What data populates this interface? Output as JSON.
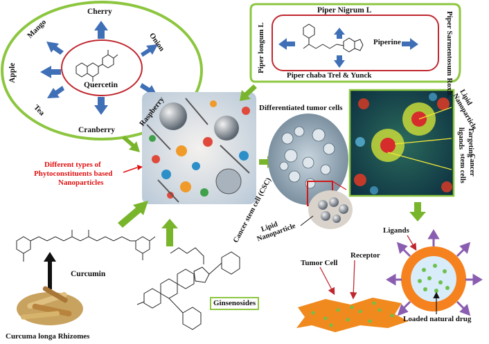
{
  "quercetin_group": {
    "center": "Quercetin",
    "sources": [
      "Cherry",
      "Onion",
      "Raspberry",
      "Cranberry",
      "Tea",
      "Apple",
      "Mango"
    ]
  },
  "piperine_group": {
    "top": "Piper Nigrum L",
    "left": "Piper longum L",
    "right": "Piper Sarmentosum Roxb.",
    "bottom": "Piper chaba Trel & Yunck",
    "center": "Piperine"
  },
  "nanoparticle_caption": [
    "Different types of",
    "Phytoconstituents based",
    "Nanoparticles"
  ],
  "tumor_panel": {
    "title": "Differentiated tumor cells",
    "csc": "Cancer stem cell (CSC)",
    "lipid": [
      "Lipid",
      "Nanoparticle"
    ]
  },
  "right_panel_labels": {
    "lipid": [
      "Lipid",
      "Nanoparticle"
    ],
    "targeting": [
      "Targeting",
      "ligands"
    ],
    "cancer": [
      "Cancer",
      "stem cells"
    ]
  },
  "curcumin_group": {
    "compound": "Curcumin",
    "source": "Curcuma longa Rhizomes"
  },
  "ginsenoside_group": {
    "compound": "Ginsenosides"
  },
  "delivery": {
    "ligands": "Ligands",
    "receptor": "Receptor",
    "tumor_cell": "Tumor Cell",
    "drug": "Loaded natural drug"
  },
  "colors": {
    "ring_green": "#8cc63f",
    "inner_red": "#c0262e",
    "arrow_blue": "#3f6fb6",
    "arrow_green": "#79b52b",
    "orange": "#f5821f",
    "purple": "#8a5db0",
    "caption_red": "#e01010"
  }
}
